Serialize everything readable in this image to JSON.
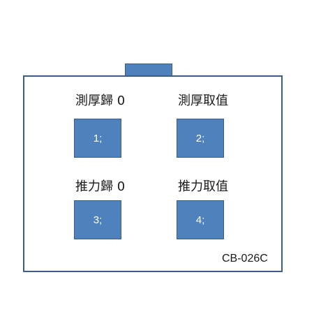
{
  "device": {
    "model": "CB-026C",
    "body_color": "#4f81bd",
    "border_color": "#3d5f87"
  },
  "buttons": [
    {
      "caption": "測厚歸 0",
      "key": "1;"
    },
    {
      "caption": "測厚取值",
      "key": "2;"
    },
    {
      "caption": "推力歸 0",
      "key": "3;"
    },
    {
      "caption": "推力取值",
      "key": "4;"
    }
  ]
}
